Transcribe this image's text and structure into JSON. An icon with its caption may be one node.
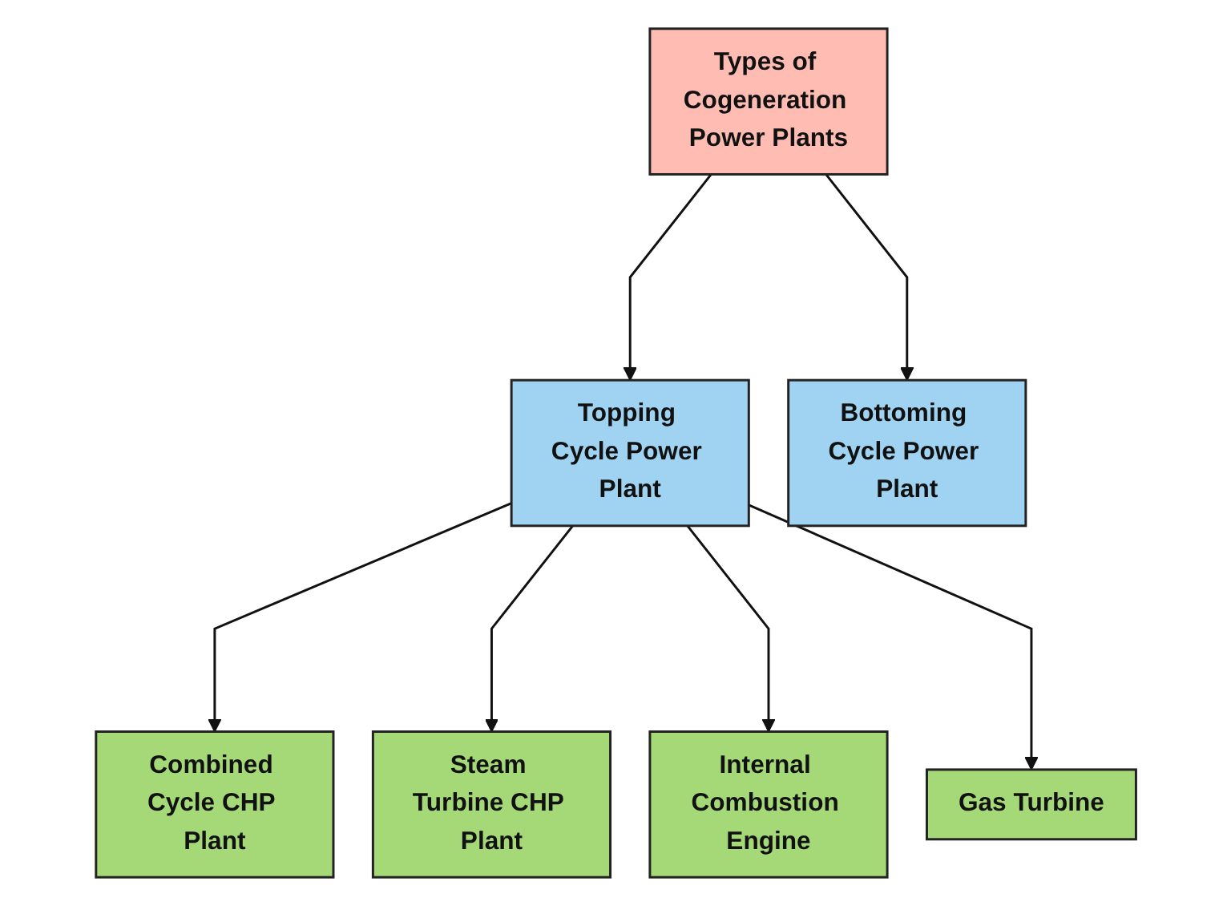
{
  "diagram": {
    "nodes": [
      {
        "text": [
          "Types of Cogeneration Power Plants"
        ]
      },
      {
        "text": [
          "Topping Cycle Power Plant"
        ]
      },
      {
        "text": [
          "Bottoming Cycle Power Plant"
        ]
      },
      {
        "text": [
          "Combined Cycle CHP Plant"
        ]
      },
      {
        "text": [
          "Steam Turbine CHP Plant"
        ]
      },
      {
        "text": [
          "Internal Combustion Engine"
        ]
      },
      {
        "text": [
          "Gas Turbine"
        ]
      }
    ],
    "edges": [
      {
        "from": 0,
        "to": 1,
        "arrow": "to"
      },
      {
        "from": 0,
        "to": 2,
        "arrow": "to"
      },
      {
        "from": 1,
        "to": 3,
        "arrow": "to"
      },
      {
        "from": 1,
        "to": 4,
        "arrow": "to"
      },
      {
        "from": 1,
        "to": 5,
        "arrow": "to"
      },
      {
        "from": 1,
        "to": 6,
        "arrow": "to"
      }
    ]
  }
}
